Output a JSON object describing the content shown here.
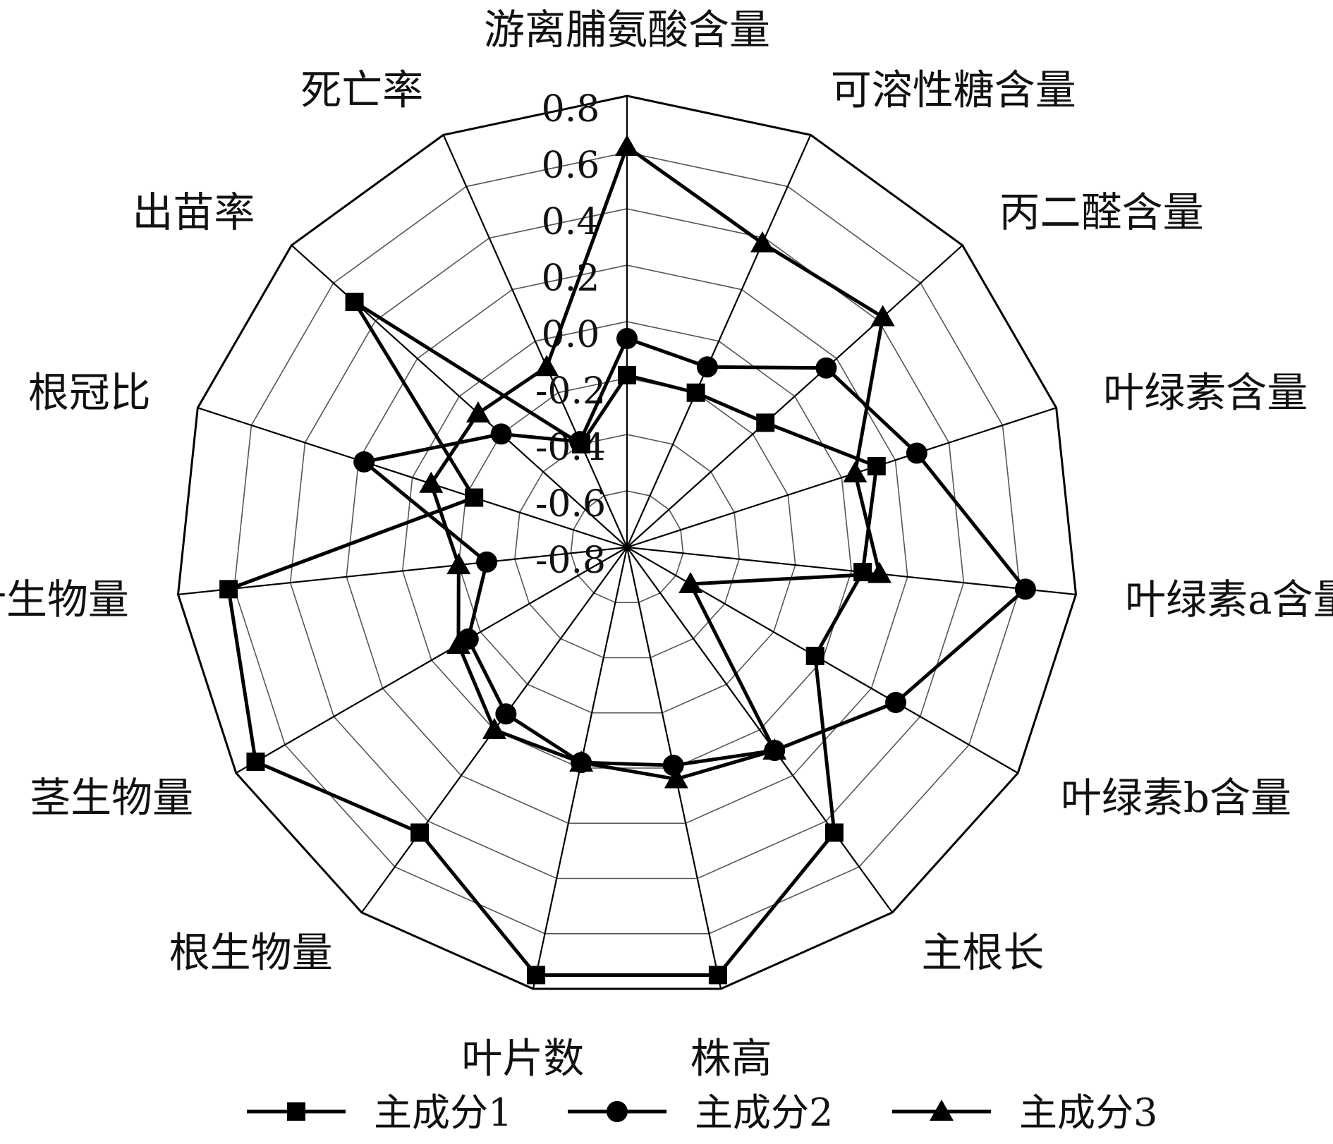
{
  "chart_data": {
    "type": "radar",
    "categories": [
      "游离脯氨酸含量",
      "可溶性糖含量",
      "丙二醛含量",
      "叶绿素含量",
      "叶绿素a含量",
      "叶绿素b含量",
      "主根长",
      "株高",
      "叶片数",
      "根生物量",
      "茎生物量",
      "叶生物量",
      "根冠比",
      "出苗率",
      "死亡率"
    ],
    "ticks": [
      "0.8",
      "0.6",
      "0.4",
      "0.2",
      "0.0",
      "-0.2",
      "-0.4",
      "-0.6",
      "-0.8"
    ],
    "rlim": [
      -0.8,
      0.8
    ],
    "grid": true,
    "legend_position": "bottom",
    "series": [
      {
        "name": "主成分1",
        "marker": "square",
        "values": [
          -0.19,
          -0.2,
          -0.14,
          0.13,
          0.04,
          -0.03,
          0.45,
          0.75,
          0.75,
          0.45,
          0.72,
          0.62,
          -0.23,
          0.5,
          -0.4
        ]
      },
      {
        "name": "主成分2",
        "marker": "circle",
        "values": [
          -0.06,
          -0.1,
          0.15,
          0.28,
          0.62,
          0.3,
          0.09,
          -0.01,
          -0.02,
          -0.07,
          -0.15,
          -0.3,
          0.18,
          -0.2,
          -0.39
        ]
      },
      {
        "name": "主成分3",
        "marker": "triangle",
        "values": [
          0.62,
          0.38,
          0.42,
          0.05,
          0.1,
          -0.54,
          0.09,
          0.04,
          -0.02,
          0.0,
          -0.11,
          -0.2,
          -0.07,
          -0.09,
          -0.1
        ]
      }
    ]
  }
}
